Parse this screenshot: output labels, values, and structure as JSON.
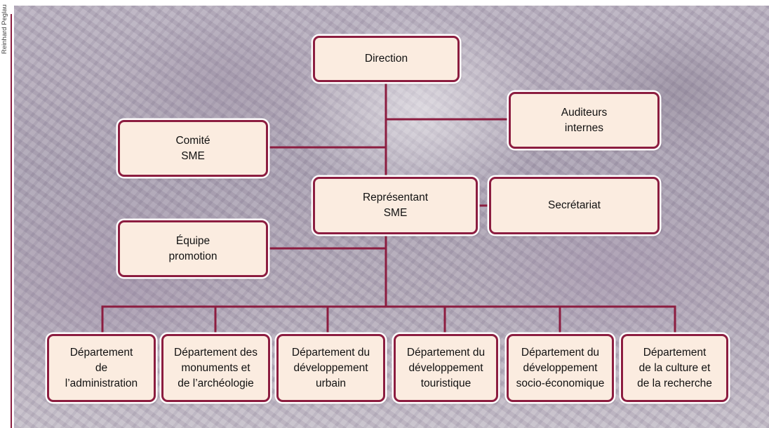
{
  "credit": "Reinhard Peglau",
  "colors": {
    "box_border": "#8c1d40",
    "box_fill": "#fbece0",
    "connector": "#8c1d40"
  },
  "nodes": {
    "direction": "Direction",
    "auditeurs": "Auditeurs\ninternes",
    "comite": "Comité\nSME",
    "representant": "Représentant\nSME",
    "secretariat": "Secrétariat",
    "equipe": "Équipe\npromotion",
    "dep_administration": "Département\nde\nl’administration",
    "dep_monuments": "Département des\nmonuments et\nde l’archéologie",
    "dep_urbain": "Département du\ndéveloppement\nurbain",
    "dep_touristique": "Département du\ndéveloppement\ntouristique",
    "dep_socio": "Département du\ndéveloppement\nsocio-économique",
    "dep_culture": "Département\nde la culture et\nde la recherche"
  }
}
